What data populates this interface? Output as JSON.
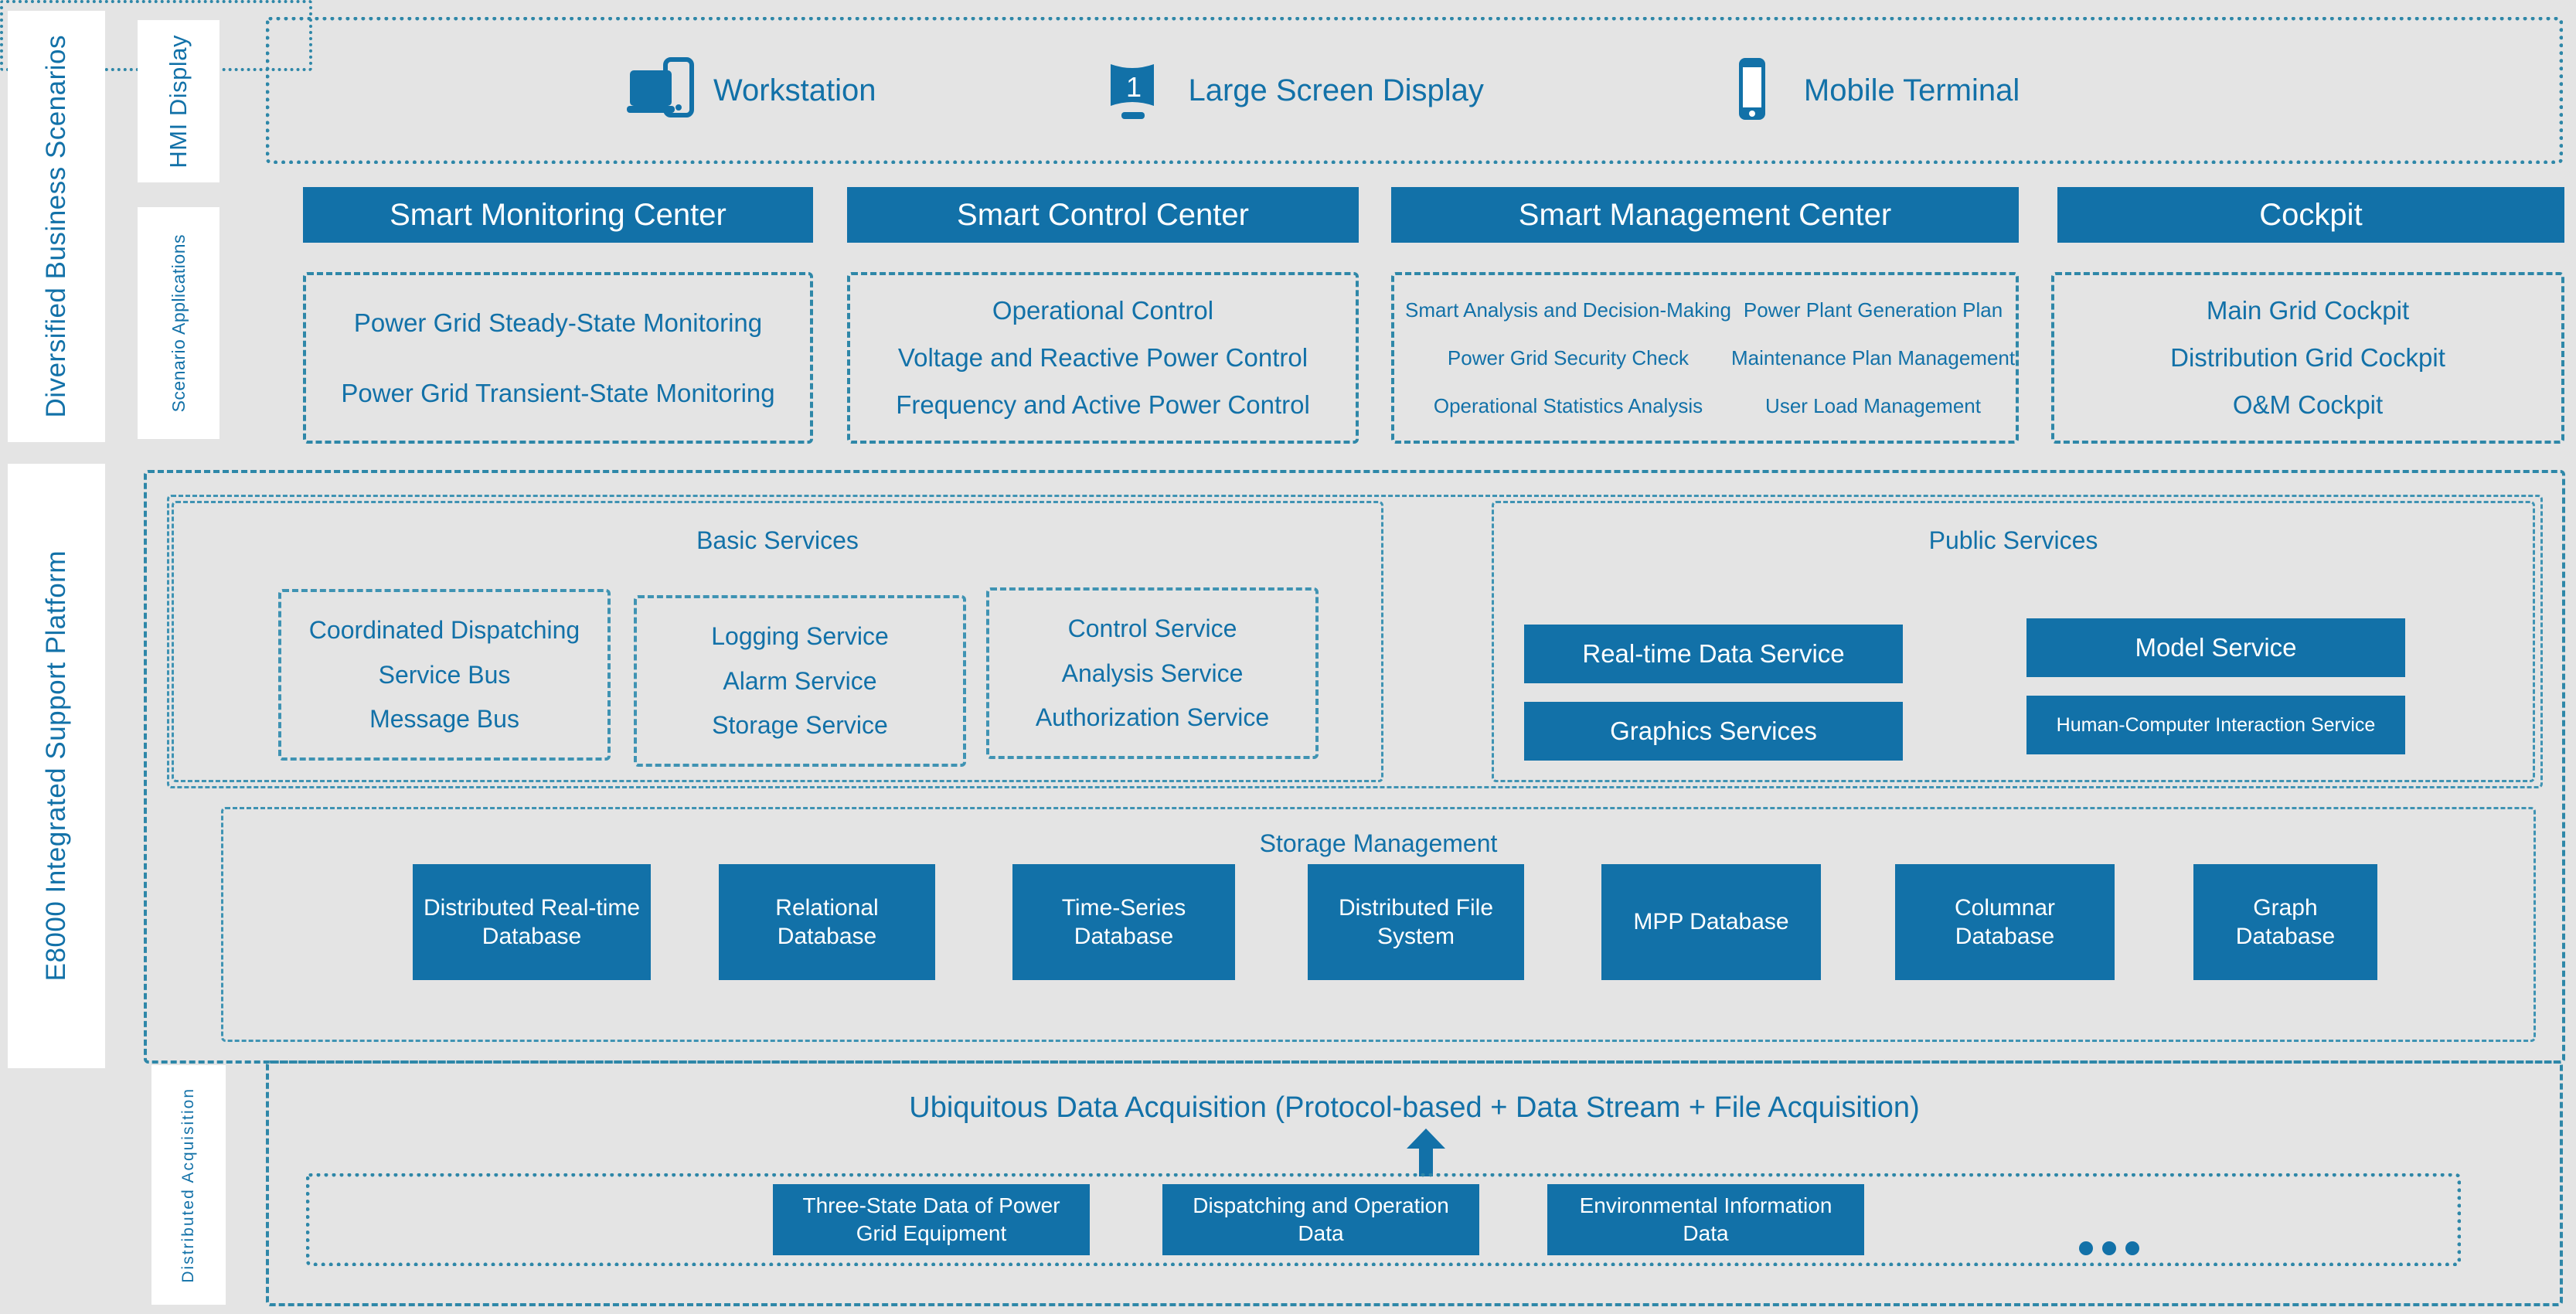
{
  "side_labels": {
    "scenarios": "Diversified Business Scenarios",
    "platform": "E8000 Integrated Support Platform",
    "hmi": "HMI Display",
    "apps": "Scenario Applications",
    "acquisition": "Distributed Acquisition"
  },
  "colors": {
    "brand_blue": "#1271a8",
    "dash_blue": "#2e87a8",
    "background": "#e4e4e4",
    "panel_white": "#ffffff"
  },
  "hmi_row": {
    "devices": [
      {
        "icon": "workstation-icon",
        "label": "Workstation"
      },
      {
        "icon": "large-screen-icon",
        "label": "Large Screen Display"
      },
      {
        "icon": "mobile-phone-icon",
        "label": "Mobile Terminal"
      }
    ]
  },
  "centers": [
    {
      "title": "Smart Monitoring Center",
      "items": [
        "Power Grid Steady-State Monitoring",
        "Power Grid Transient-State Monitoring"
      ]
    },
    {
      "title": "Smart Control Center",
      "items": [
        "Operational Control",
        "Voltage and Reactive Power Control",
        "Frequency and Active Power Control"
      ]
    },
    {
      "title": "Smart Management Center",
      "col_left": [
        "Smart Analysis and Decision-Making",
        "Power Grid Security Check",
        "Operational Statistics Analysis"
      ],
      "col_right": [
        "Power Plant Generation Plan",
        "Maintenance Plan Management",
        "User Load Management"
      ]
    },
    {
      "title": "Cockpit",
      "items": [
        "Main Grid Cockpit",
        "Distribution Grid Cockpit",
        "O&M Cockpit"
      ]
    }
  ],
  "basic_services": {
    "title": "Basic Services",
    "groups": [
      {
        "items": [
          "Coordinated Dispatching",
          "Service Bus",
          "Message Bus"
        ]
      },
      {
        "items": [
          "Logging Service",
          "Alarm Service",
          "Storage Service"
        ]
      },
      {
        "items": [
          "Control Service",
          "Analysis Service",
          "Authorization Service"
        ]
      }
    ]
  },
  "public_services": {
    "title": "Public Services",
    "chips": [
      "Real-time Data Service",
      "Model Service",
      "Graphics Services",
      "Human-Computer Interaction Service"
    ]
  },
  "storage_management": {
    "title": "Storage Management",
    "databases": [
      "Distributed Real-time Database",
      "Relational Database",
      "Time-Series Database",
      "Distributed File System",
      "MPP Database",
      "Columnar Database",
      "Graph Database"
    ]
  },
  "acquisition": {
    "title": "Ubiquitous Data Acquisition (Protocol-based + Data Stream + File Acquisition)",
    "sources": [
      "Three-State Data of Power Grid Equipment",
      "Dispatching and Operation Data",
      "Environmental Information Data"
    ]
  }
}
